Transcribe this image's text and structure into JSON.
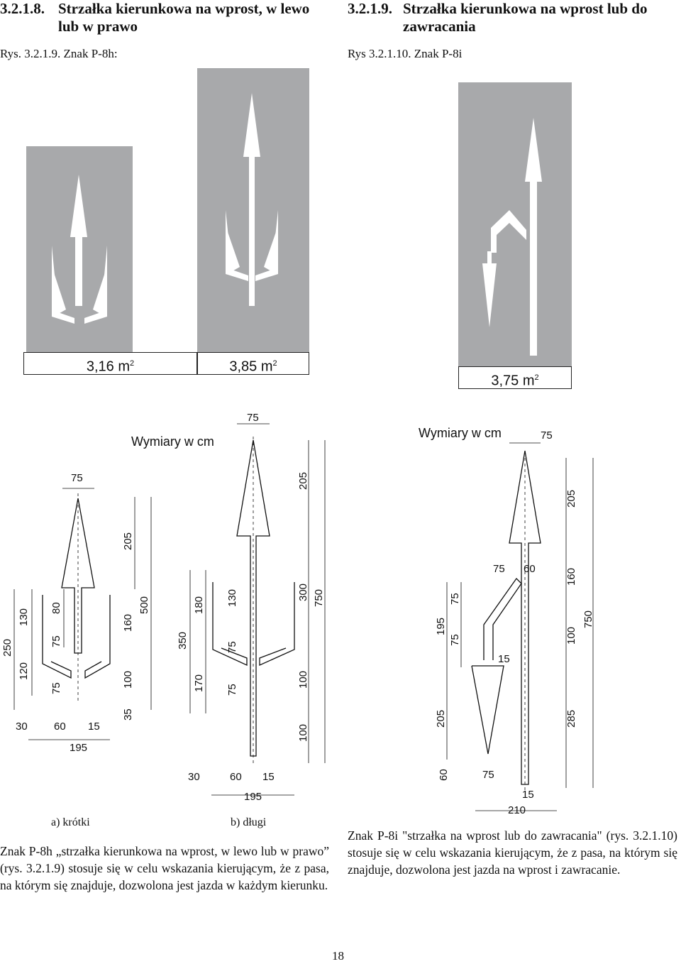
{
  "left": {
    "heading_num": "3.2.1.8.",
    "heading_text": "Strzałka kierunkowa na wprost, w lewo lub w prawo",
    "figure_ref": "Rys. 3.2.1.9.  Znak P-8h:",
    "area_a": "3,16 m",
    "area_b": "3,85 m",
    "area_sup": "2",
    "units_label": "Wymiary w cm",
    "caption_a": "a) krótki",
    "caption_b": "b) długi",
    "description": "Znak P-8h „strzałka kierunkowa na wprost, w lewo lub w prawo” (rys. 3.2.1.9) stosuje się w celu wskazania kierującym, że z pasa, na którym się znajduje, dozwolona jest jazda w każdym kierunku."
  },
  "right": {
    "heading_num": "3.2.1.9.",
    "heading_text": "Strzałka kierunkowa na wprost lub do zawracania",
    "figure_ref": "Rys 3.2.1.10.  Znak P-8i",
    "area": "3,75 m",
    "area_sup": "2",
    "units_label": "Wymiary w cm",
    "description": "Znak P-8i \"strzałka na wprost lub do zawracania\" (rys. 3.2.1.10) stosuje się w celu wskazania kierującym, że z pasa, na którym się znajduje, dozwolona jest jazda na wprost i zawracanie."
  },
  "dims_a": [
    "75",
    "205",
    "500",
    "130",
    "250",
    "120",
    "80",
    "75",
    "75",
    "160",
    "100",
    "35",
    "30",
    "60",
    "15",
    "195"
  ],
  "dims_b": [
    "75",
    "205",
    "300",
    "750",
    "350",
    "180",
    "130",
    "75",
    "170",
    "75",
    "100",
    "100",
    "30",
    "60",
    "15",
    "195"
  ],
  "dims_c": [
    "75",
    "205",
    "750",
    "75",
    "60",
    "160",
    "195",
    "75",
    "75",
    "15",
    "100",
    "205",
    "285",
    "60",
    "75",
    "15",
    "210"
  ],
  "page_number": "18"
}
